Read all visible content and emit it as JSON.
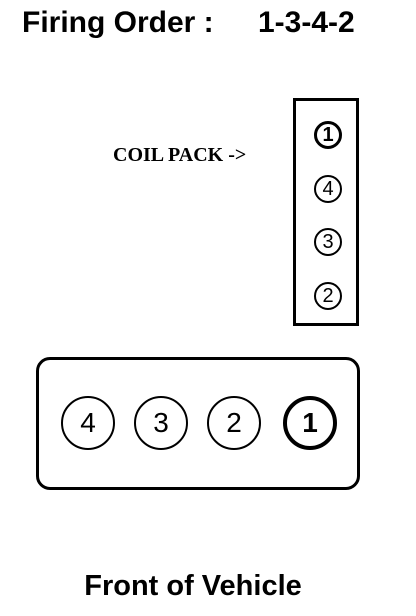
{
  "header": {
    "label": "Firing Order :",
    "value": "1-3-4-2"
  },
  "coil_pack": {
    "label": "COIL PACK ->",
    "slots": [
      "1",
      "4",
      "3",
      "2"
    ]
  },
  "engine": {
    "cylinders": [
      "4",
      "3",
      "2",
      "1"
    ]
  },
  "footer": {
    "label": "Front of Vehicle"
  }
}
